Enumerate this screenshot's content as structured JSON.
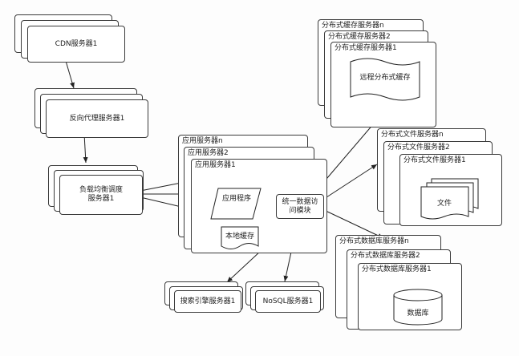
{
  "nodes": {
    "cdn": "CDN服务器1",
    "reverse_proxy": "反向代理服务器1",
    "load_balancer": {
      "line1": "负载均衡调度",
      "line2": "服务器1"
    },
    "app_servers": [
      "应用服务器n",
      "应用服务器2",
      "应用服务器1"
    ],
    "app_program": "应用程序",
    "local_cache": "本地缓存",
    "data_access": {
      "line1": "统一数据访",
      "line2": "问模块"
    },
    "search": "搜索引擎服务器1",
    "nosql": "NoSQL服务器1",
    "cache_servers": [
      "分布式缓存服务器n",
      "分布式缓存服务器2",
      "分布式缓存服务器1"
    ],
    "remote_cache": "远程分布式缓存",
    "file_servers": [
      "分布式文件服务器n",
      "分布式文件服务器2",
      "分布式文件服务器1"
    ],
    "file": "文件",
    "db_servers": [
      "分布式数据库服务器n",
      "分布式数据库服务器2",
      "分布式数据库服务器1"
    ],
    "database": "数据库"
  }
}
